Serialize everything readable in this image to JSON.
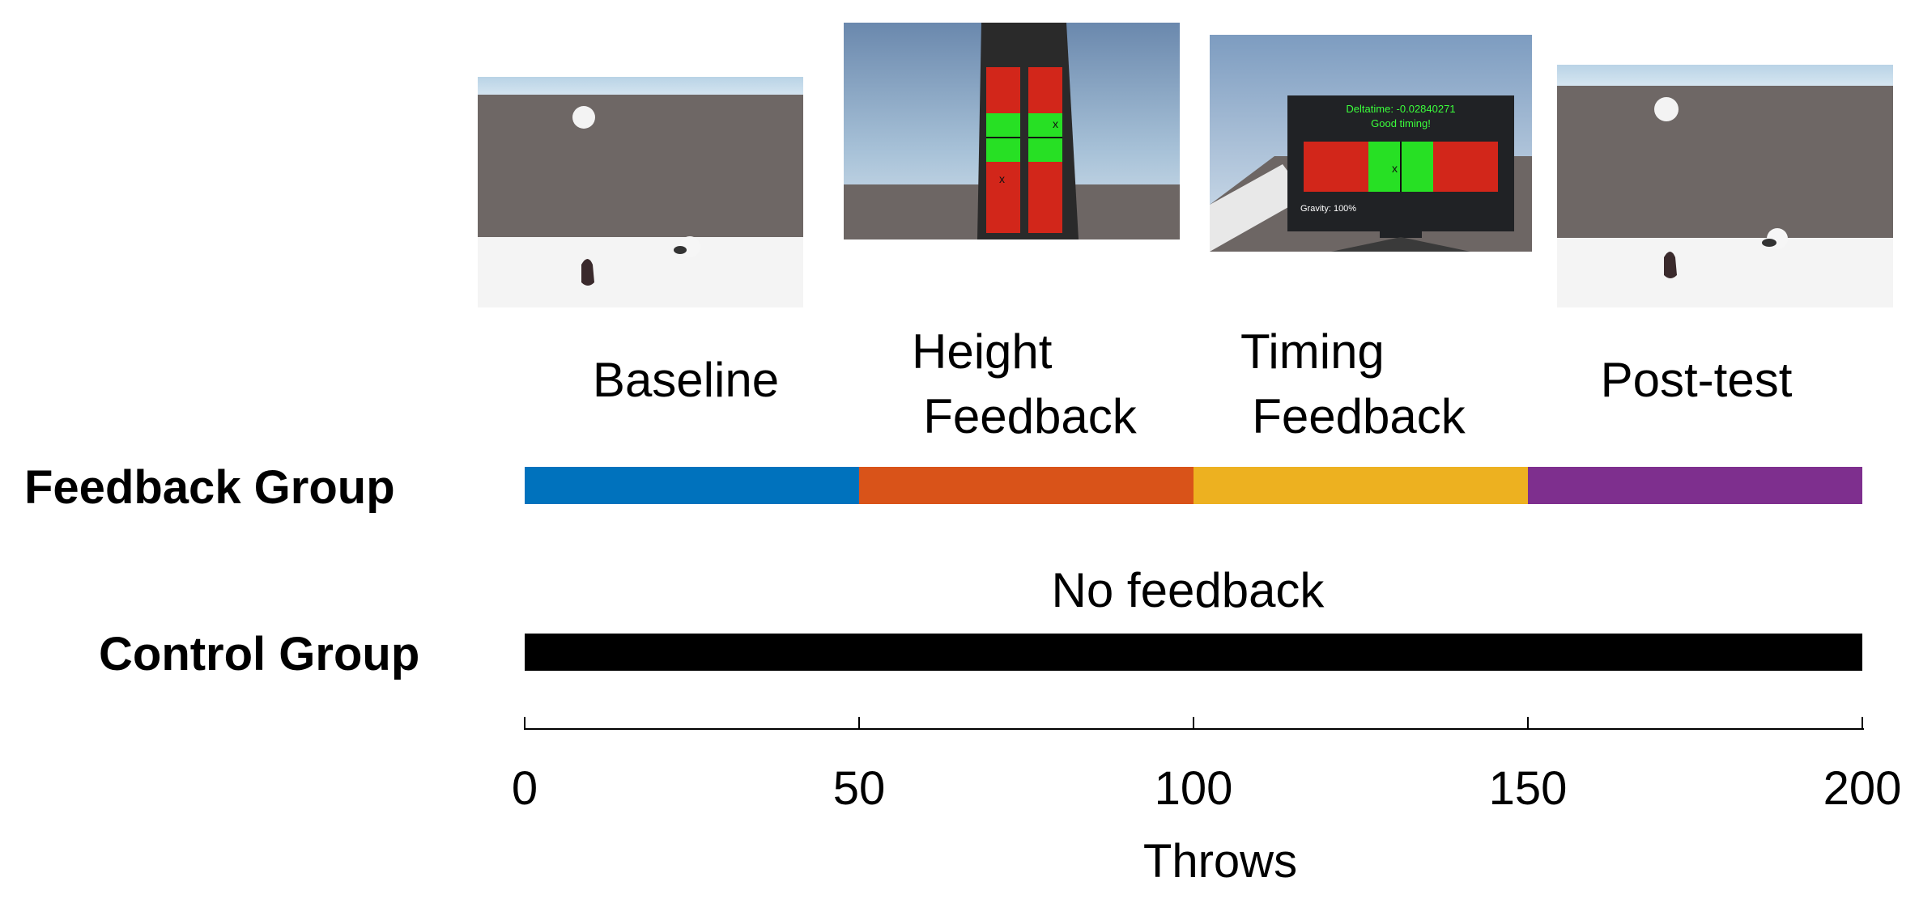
{
  "thumbnails": [
    {
      "name": "baseline-scene",
      "icon": "ball-throw-scene"
    },
    {
      "name": "height-feedback-scene",
      "icon": "height-bar-display"
    },
    {
      "name": "timing-feedback-scene",
      "icon": "timing-monitor-display",
      "screen": {
        "deltatime": "Deltatime: -0.02840271",
        "message": "Good timing!",
        "gravity": "Gravity: 100%"
      }
    },
    {
      "name": "post-test-scene",
      "icon": "ball-throw-scene"
    }
  ],
  "phases": [
    {
      "label_line1": "",
      "label_line2": "Baseline",
      "start": 0,
      "end": 50,
      "color": "#0072BD"
    },
    {
      "label_line1": "Height",
      "label_line2": "Feedback",
      "start": 50,
      "end": 100,
      "color": "#D95319"
    },
    {
      "label_line1": "Timing",
      "label_line2": "Feedback",
      "start": 100,
      "end": 150,
      "color": "#EDB120"
    },
    {
      "label_line1": "",
      "label_line2": "Post-test",
      "start": 150,
      "end": 200,
      "color": "#7E2F8E"
    }
  ],
  "groups": {
    "feedback": {
      "label": "Feedback Group"
    },
    "control": {
      "label": "Control Group",
      "bar_label": "No feedback",
      "color": "#000000"
    }
  },
  "axis": {
    "xlabel": "Throws",
    "min": 0,
    "max": 200,
    "ticks": [
      "0",
      "50",
      "100",
      "150",
      "200"
    ]
  }
}
